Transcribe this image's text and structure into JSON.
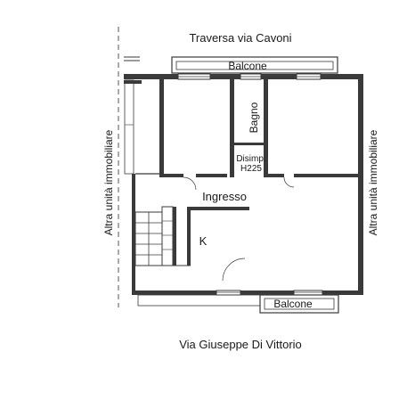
{
  "streets": {
    "top": "Traversa via Cavoni",
    "bottom": "Via Giuseppe Di Vittorio"
  },
  "neighbors": {
    "left": "Altra unità immobiliare",
    "right": "Altra unità immobiliare"
  },
  "rooms": {
    "balcony_top": "Balcone",
    "bathroom": "Bagno",
    "hallway_name": "Disimp.",
    "hallway_height": "H225",
    "entrance": "Ingresso",
    "kitchen": "K",
    "balcony_bottom": "Balcone"
  },
  "colors": {
    "wall": "#3a3a3a",
    "line": "#3a3a3a",
    "text": "#1a1a1a"
  }
}
